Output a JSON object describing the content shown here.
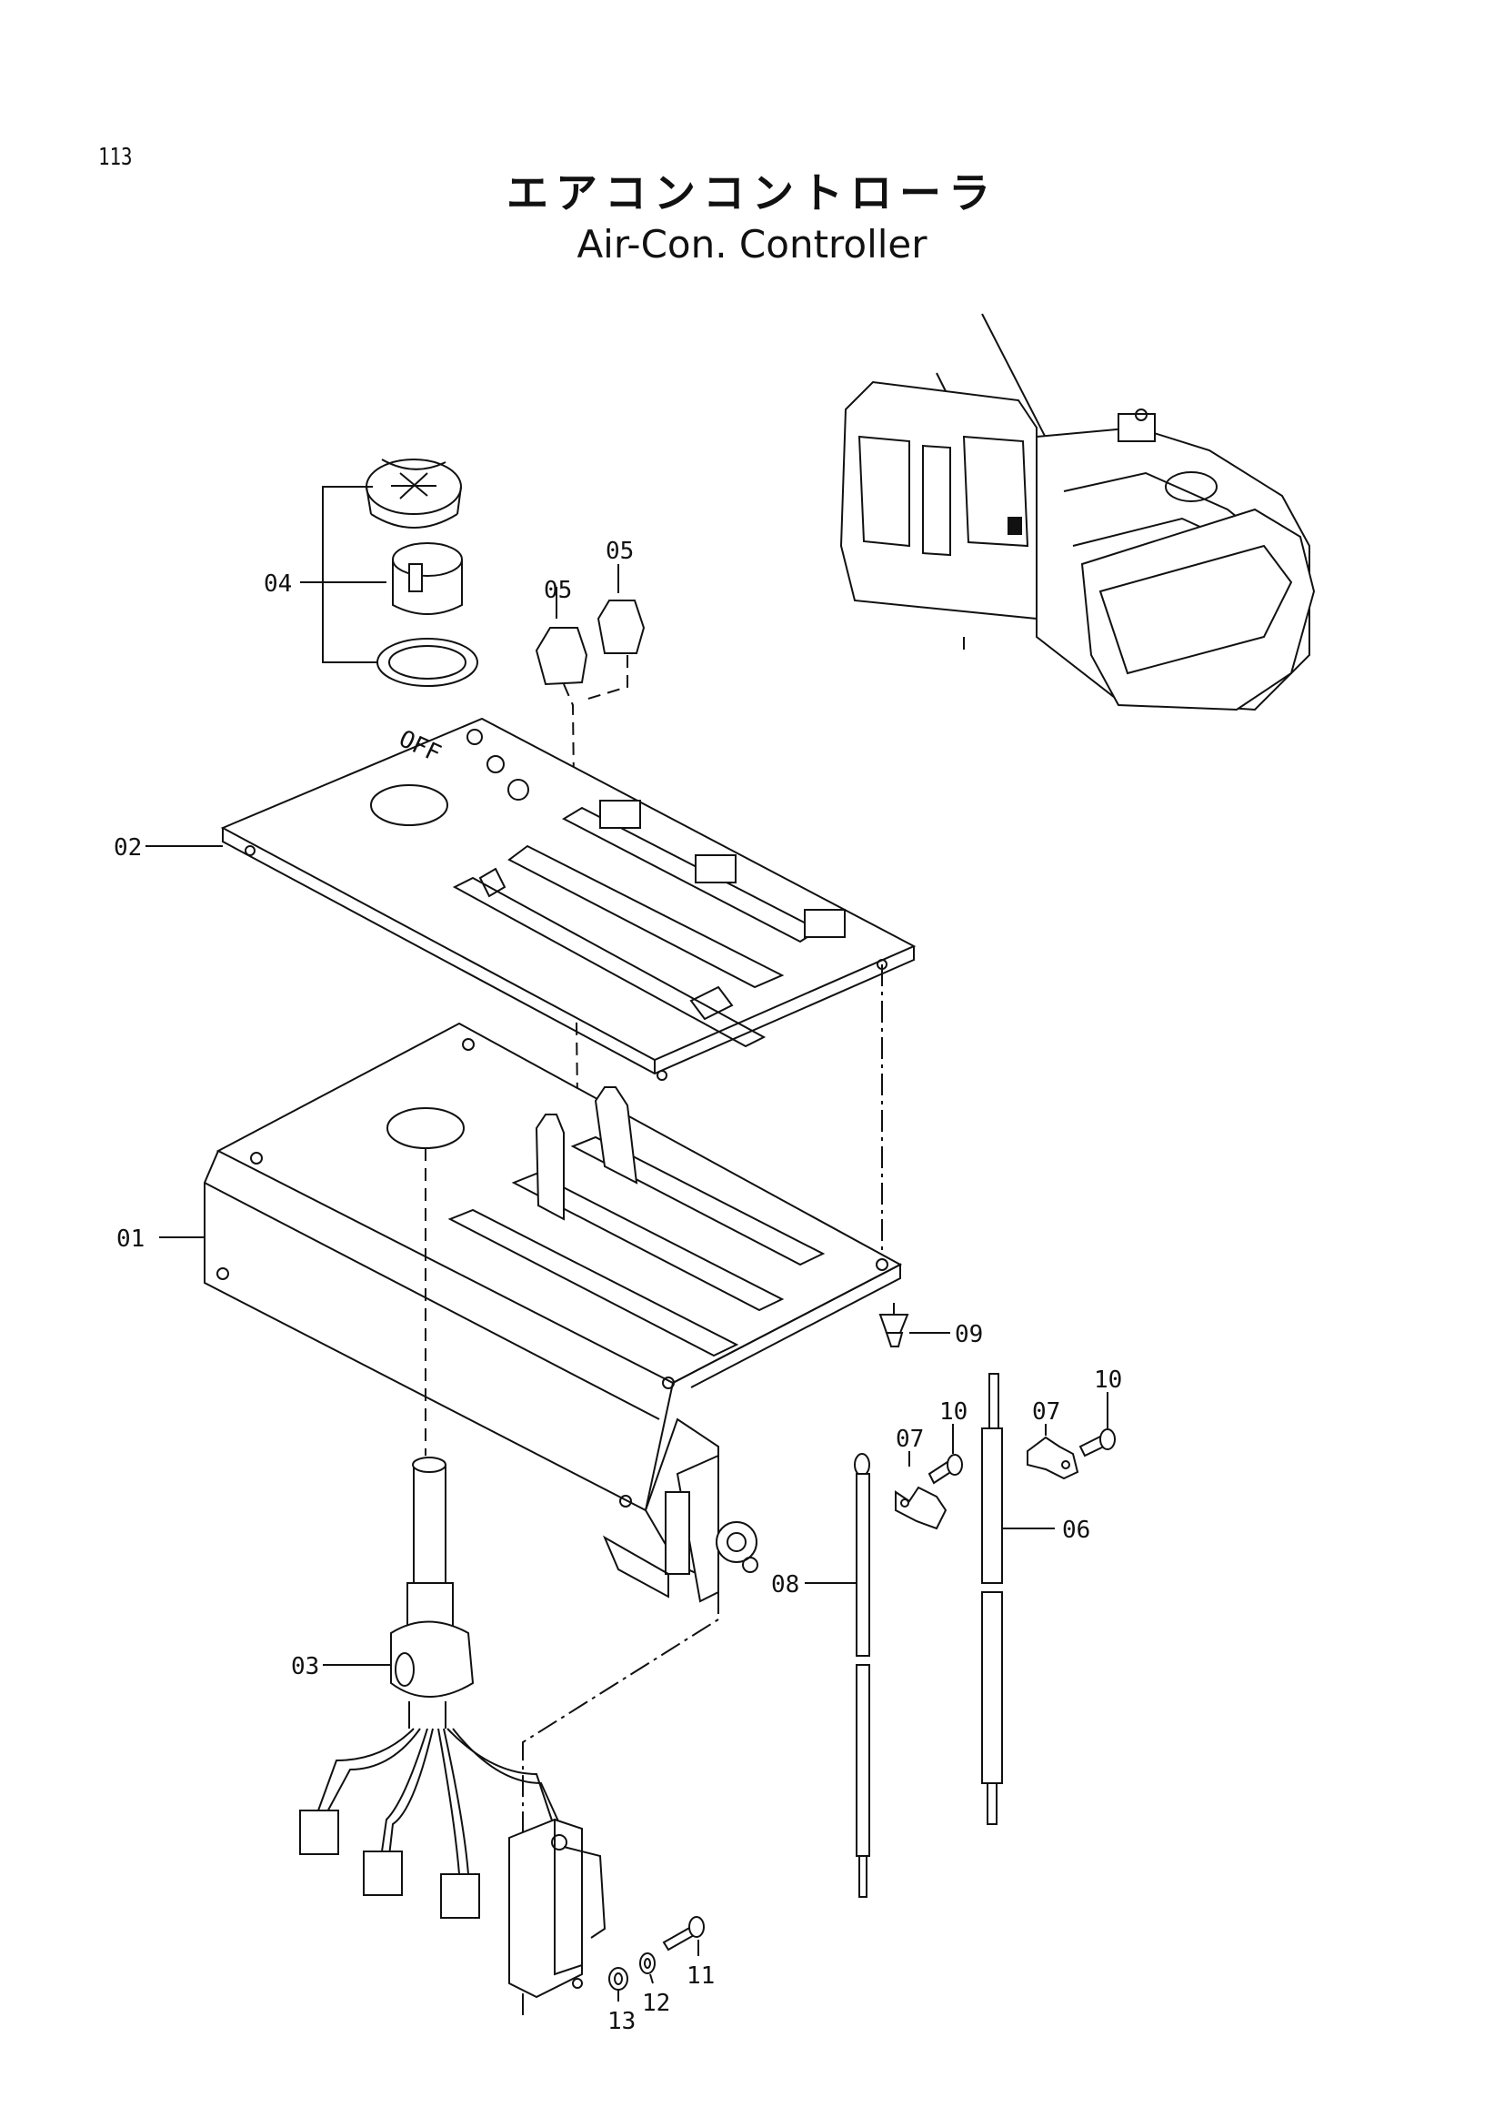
{
  "page_number": "113",
  "title_jp": "エアコンコントローラ",
  "title_en": "Air-Con. Controller",
  "callouts": {
    "c01": "01",
    "c02": "02",
    "c03": "03",
    "c04": "04",
    "c05a": "05",
    "c05b": "05",
    "c06": "06",
    "c07a": "07",
    "c07b": "07",
    "c08": "08",
    "c09": "09",
    "c10a": "10",
    "c10b": "10",
    "c11": "11",
    "c12": "12",
    "c13": "13"
  },
  "panel_marking": "OFF"
}
